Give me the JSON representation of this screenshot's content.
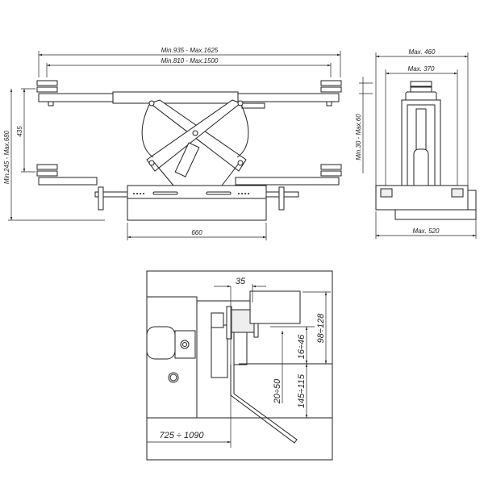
{
  "front_view": {
    "overall_width": "Min.935 - Max.1625",
    "pad_span": "Min.810 - Max.1500",
    "stroke": "435",
    "height_range": "Min.245 - Max.680",
    "base_width": "660"
  },
  "side_view": {
    "max_width": "Max. 460",
    "inner_width": "Max. 370",
    "pad_height": "Min.30 - Max.60",
    "base_width": "Max. 520"
  },
  "detail_view": {
    "offset": "35",
    "height_a": "98÷128",
    "height_b": "16÷46",
    "height_c": "20÷50",
    "height_d": "145÷115",
    "distance": "725 ÷ 1090"
  }
}
